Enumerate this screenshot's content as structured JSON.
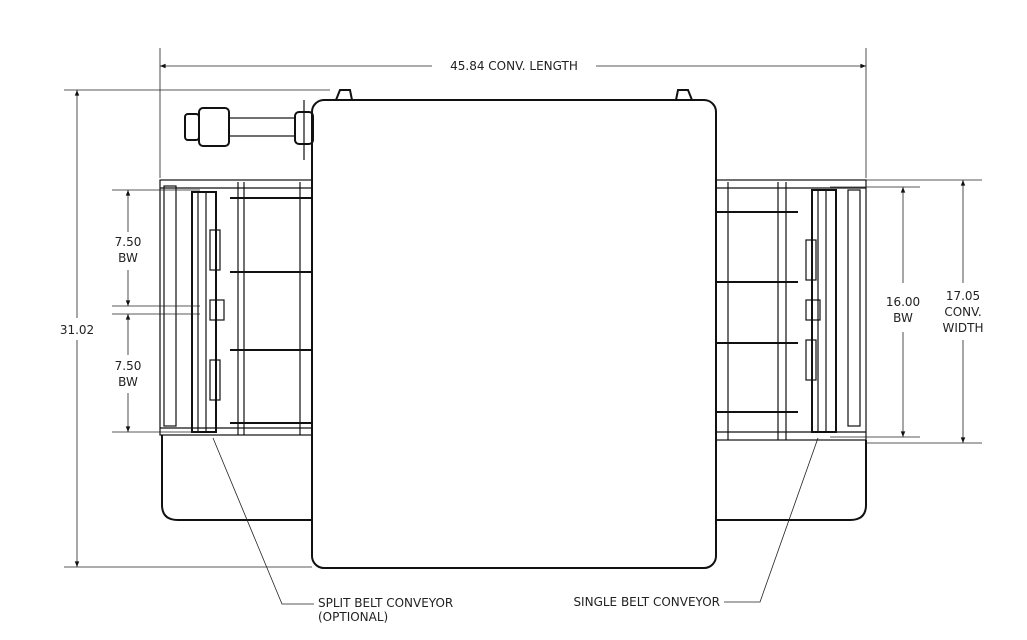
{
  "dimensions": {
    "conv_length": "45.84 CONV. LENGTH",
    "overall_height": "31.02",
    "split_bw_top": {
      "value": "7.50",
      "unit": "BW"
    },
    "split_bw_bottom": {
      "value": "7.50",
      "unit": "BW"
    },
    "single_bw": {
      "value": "16.00",
      "unit": "BW"
    },
    "conv_width": {
      "value": "17.05",
      "line2": "CONV.",
      "line3": "WIDTH"
    }
  },
  "callouts": {
    "split_belt": {
      "line1": "SPLIT BELT CONVEYOR",
      "line2": "(OPTIONAL)"
    },
    "single_belt": "SINGLE BELT CONVEYOR"
  }
}
